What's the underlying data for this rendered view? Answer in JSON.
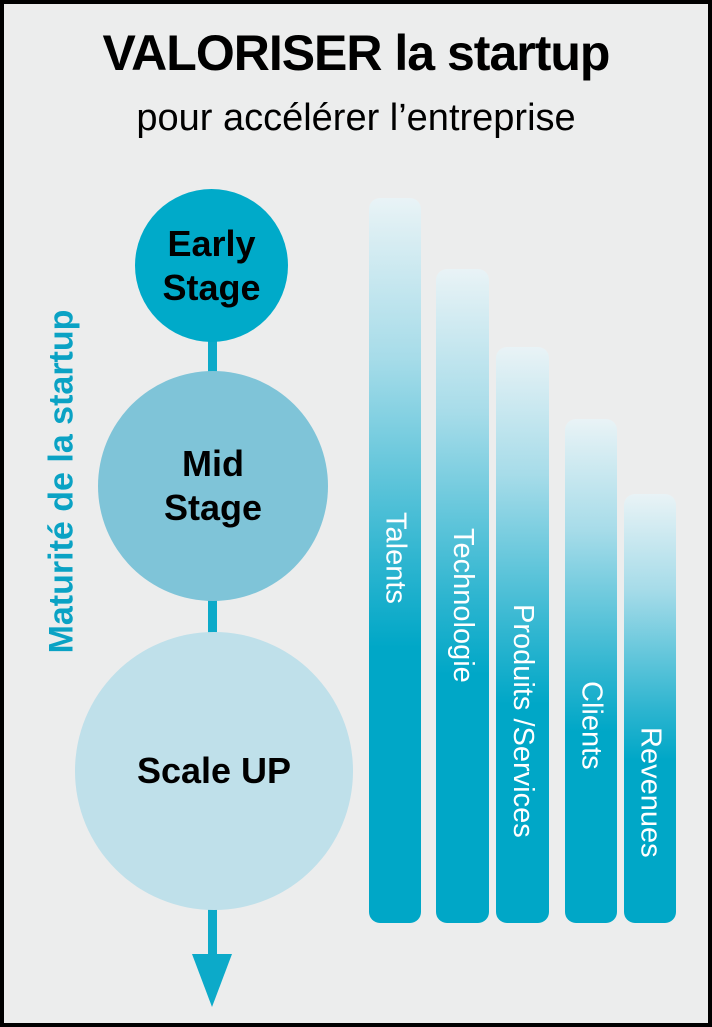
{
  "header": {
    "title": "VALORISER la startup",
    "subtitle": "pour accélérer l’entreprise"
  },
  "axis": {
    "label": "Maturité de la startup"
  },
  "stages": [
    {
      "id": "early-stage",
      "lines": [
        "Early",
        "Stage"
      ]
    },
    {
      "id": "mid-stage",
      "lines": [
        "Mid",
        "Stage"
      ]
    },
    {
      "id": "scale-up",
      "lines": [
        "Scale UP"
      ]
    }
  ],
  "bars": [
    {
      "label": "Talents"
    },
    {
      "label": "Technologie"
    },
    {
      "label": "Produits /Services"
    },
    {
      "label": "Clients"
    },
    {
      "label": "Revenues"
    }
  ],
  "colors": {
    "background": "#eceded",
    "frame_border": "#000000",
    "stage_early_fill": "#00aac9",
    "stage_mid_fill": "#7fc4d8",
    "stage_scale_fill": "#bfe0ea",
    "connector_arrow": "#0caac9",
    "bar_solid": "#00a7c7",
    "bar_gradient_top": "#e9f3f6",
    "bar_label_text": "#ffffff",
    "axis_label_text": "#0aa2c4",
    "title_text": "#000000"
  }
}
